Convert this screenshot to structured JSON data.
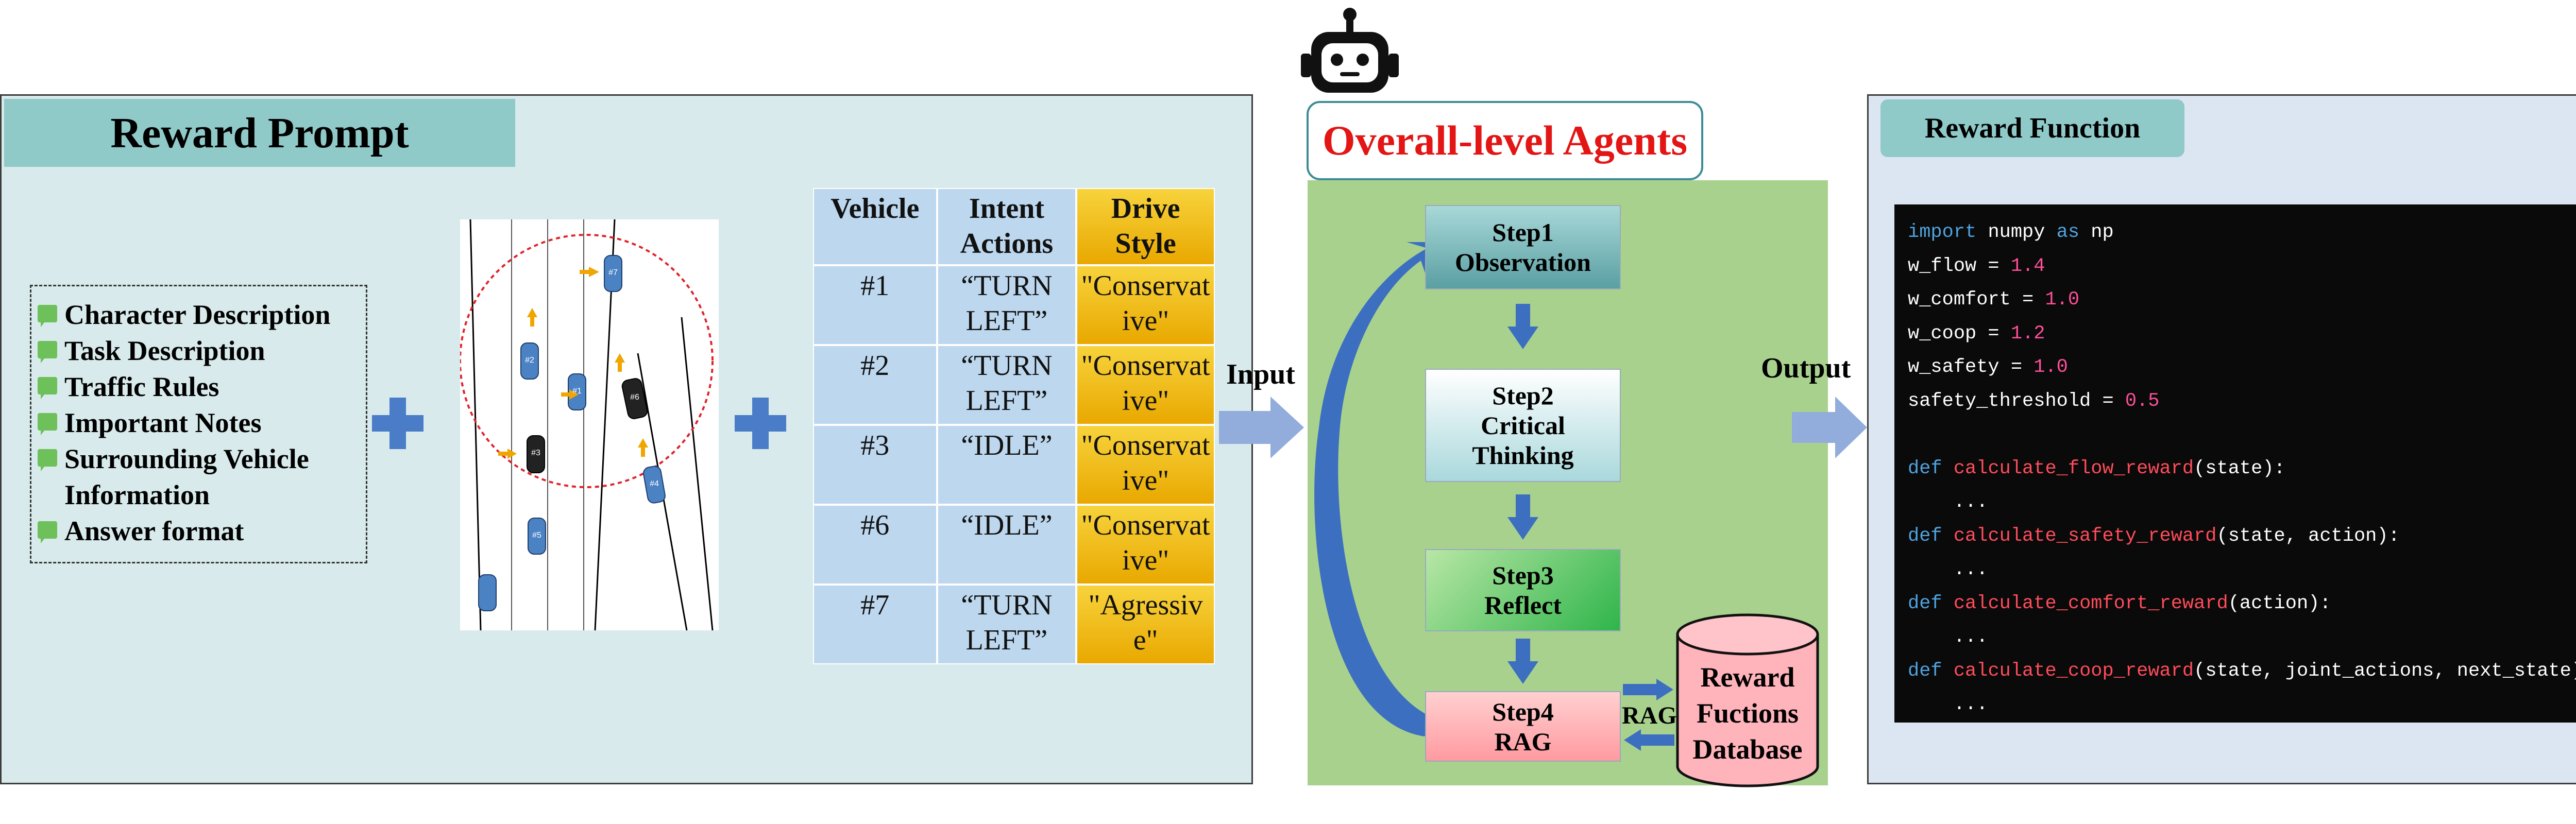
{
  "reward_prompt": {
    "title": "Reward Prompt",
    "items": [
      "Character Description",
      "Task Description",
      "Traffic Rules",
      "Important Notes",
      "Surrounding Vehicle Information",
      "Answer format"
    ]
  },
  "road_scene": {
    "vehicle_labels": [
      "#7",
      "#2",
      "#1",
      "#6",
      "#3",
      "#4",
      "#5"
    ]
  },
  "table": {
    "headers": [
      "Vehicle",
      "Intent Actions",
      "Drive Style"
    ],
    "rows": [
      {
        "vehicle": "#1",
        "action": "“TURN LEFT”",
        "style": "\"Conservative\""
      },
      {
        "vehicle": "#2",
        "action": "“TURN LEFT”",
        "style": "\"Conservative\""
      },
      {
        "vehicle": "#3",
        "action": "“IDLE”",
        "style": "\"Conservative\""
      },
      {
        "vehicle": "#6",
        "action": "“IDLE”",
        "style": "\"Conservative\""
      },
      {
        "vehicle": "#7",
        "action": "“TURN LEFT”",
        "style": "\"Agressive\""
      }
    ]
  },
  "labels": {
    "input": "Input",
    "output": "Output",
    "rag": "RAG"
  },
  "agents": {
    "title": "Overall-level Agents",
    "steps": [
      {
        "name": "Step1",
        "text": "Observation"
      },
      {
        "name": "Step2",
        "text": "Critical Thinking"
      },
      {
        "name": "Step3",
        "text": "Reflect"
      },
      {
        "name": "Step4",
        "text": "RAG"
      }
    ],
    "database": "Reward Fuctions Database"
  },
  "reward_function": {
    "title": "Reward Function",
    "code": {
      "import_kw": "import",
      "import_mod": " numpy ",
      "as_kw": "as",
      "alias": " np",
      "w_flow": "w_flow = ",
      "w_flow_v": "1.4",
      "w_comfort": "w_comfort = ",
      "w_comfort_v": "1.0",
      "w_coop": "w_coop = ",
      "w_coop_v": "1.2",
      "w_safety": "w_safety = ",
      "w_safety_v": "1.0",
      "safety_threshold": "safety_threshold = ",
      "safety_threshold_v": "0.5",
      "def": "def ",
      "ellipsis": "    ...",
      "f1": "calculate_flow_reward",
      "a1": "(state):",
      "f2": "calculate_safety_reward",
      "a2": "(state, action):",
      "f3": "calculate_comfort_reward",
      "a3": "(action):",
      "f4": "calculate_coop_reward",
      "a4": "(state, joint_actions, next_state):"
    }
  }
}
